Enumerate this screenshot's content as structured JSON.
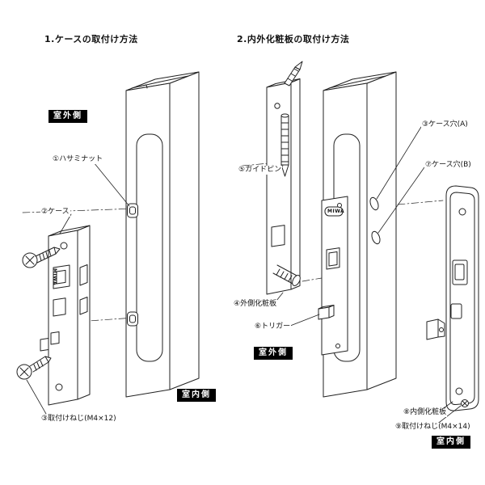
{
  "brand": "MIWA",
  "colors": {
    "line": "#222222",
    "badge_bg": "#000000",
    "badge_text": "#ffffff",
    "background": "#ffffff"
  },
  "left_section": {
    "heading": "1.ケースの取付け方法",
    "outdoor_badge": "室外側",
    "indoor_badge": "室内側",
    "labels": {
      "hasami_nut": "①ハサミナット",
      "case": "②ケース",
      "screw": "③取付けねじ(M4×12)"
    }
  },
  "right_section": {
    "heading": "2.内外化粧板の取付け方法",
    "outdoor_badge": "室外側",
    "indoor_badge": "室内側",
    "labels": {
      "guide_pin": "⑤ガイドピン",
      "case_hole_a": "③ケース穴(A)",
      "case_hole_b": "⑦ケース穴(B)",
      "outer_plate": "④外側化粧板",
      "trigger": "⑥トリガー",
      "inner_plate": "⑧内側化粧板",
      "screw": "⑨取付けねじ(M4×14)"
    }
  }
}
